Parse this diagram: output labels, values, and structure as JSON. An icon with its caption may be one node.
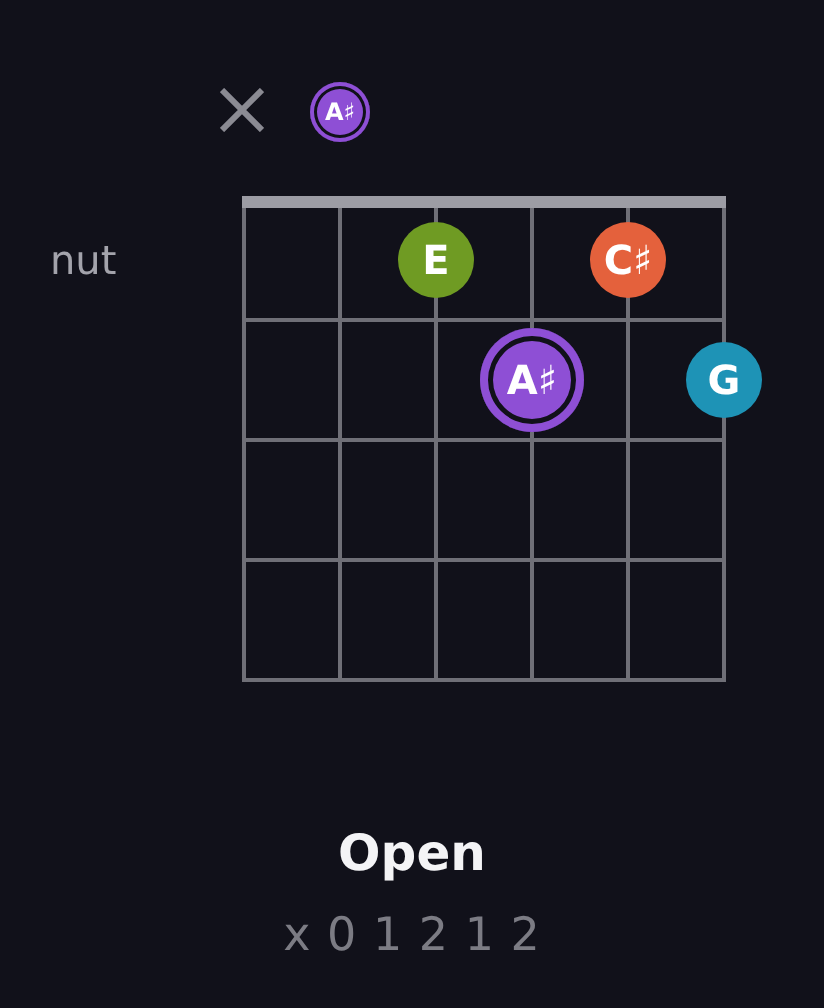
{
  "diagram": {
    "title": "Open",
    "nodes": [
      {
        "text": [
          "A♯"
        ]
      },
      {
        "text": [
          "E"
        ]
      },
      {
        "text": [
          "C♯"
        ]
      },
      {
        "text": [
          "A♯"
        ]
      },
      {
        "text": [
          "G"
        ]
      }
    ],
    "labels": [
      "nut",
      "x 0 1 2 1 2"
    ]
  }
}
